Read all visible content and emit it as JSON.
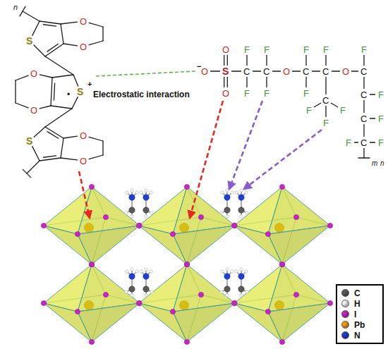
{
  "diagram": {
    "labels": [
      "n",
      "S",
      "O",
      "O",
      "O",
      "O",
      "S",
      "+",
      "•",
      "Electrostatic interaction",
      "S",
      "O",
      "O",
      "−",
      "O",
      "S",
      "O",
      "O",
      "C",
      "F",
      "F",
      "C",
      "F",
      "F",
      "O",
      "C",
      "F",
      "F",
      "C",
      "F",
      "C",
      "F",
      "F",
      "F",
      "O",
      "C",
      "F",
      "C",
      "F",
      "C",
      "F",
      "C",
      "F",
      "F",
      "m",
      "n"
    ],
    "legend": [
      {
        "text": "C",
        "color": "#5a5a5a"
      },
      {
        "text": "H",
        "color": "#f4f4f4"
      },
      {
        "text": "I",
        "color": "#cc22cc"
      },
      {
        "text": "Pb",
        "color": "#f39c12"
      },
      {
        "text": "N",
        "color": "#1f3fd6"
      }
    ]
  }
}
